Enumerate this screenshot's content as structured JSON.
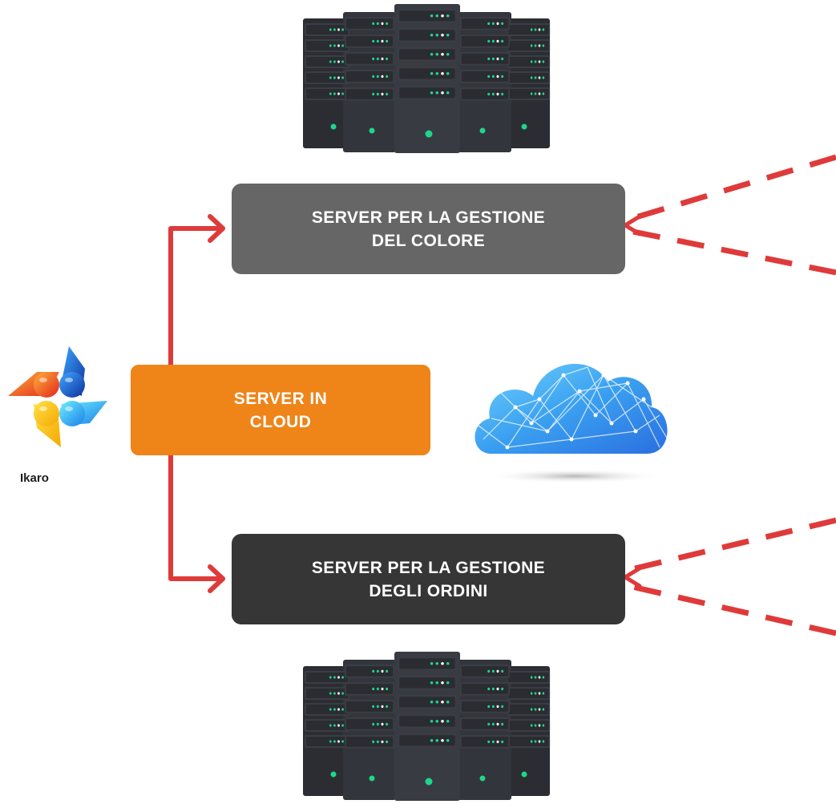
{
  "logo": {
    "name": "Ikaro",
    "icon": "ikaro-logo-icon"
  },
  "nodes": {
    "color_server": {
      "line1": "SERVER PER LA GESTIONE",
      "line2": "DEL COLORE"
    },
    "cloud_server": {
      "line1": "SERVER IN",
      "line2": "CLOUD"
    },
    "orders_server": {
      "line1": "SERVER PER LA GESTIONE",
      "line2": "DEGLI ORDINI"
    }
  },
  "icons": {
    "top_rack": "server-rack-icon",
    "bottom_rack": "server-rack-icon",
    "cloud": "cloud-network-icon"
  },
  "colors": {
    "color_server_box": "#666666",
    "orders_server_box": "#363636",
    "cloud_server_box": "#ef8419",
    "solid_connector": "#df3a3a",
    "dashed_connector": "#df3a3a",
    "rack_body": "#2e3035",
    "rack_led": "#1ed68a",
    "cloud_top": "#6fd3ff",
    "cloud_bottom": "#2a6fe0"
  }
}
